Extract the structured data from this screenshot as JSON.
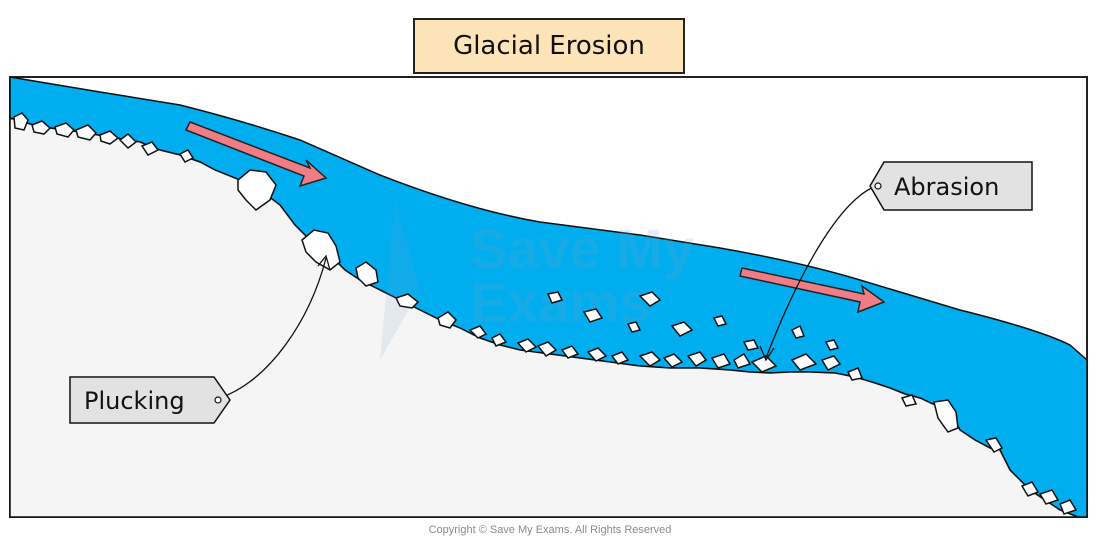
{
  "title": "Glacial Erosion",
  "labels": {
    "plucking": "Plucking",
    "abrasion": "Abrasion"
  },
  "copyright": "Copyright © Save My Exams. All Rights Reserved",
  "watermark": {
    "line1": "Save My",
    "line2": "Exams"
  },
  "colors": {
    "ice": "#00adef",
    "rock": "#f5f5f5",
    "arrow": "#f07d86",
    "label_bg": "#e2e2e2",
    "title_bg": "#fde3b8"
  }
}
